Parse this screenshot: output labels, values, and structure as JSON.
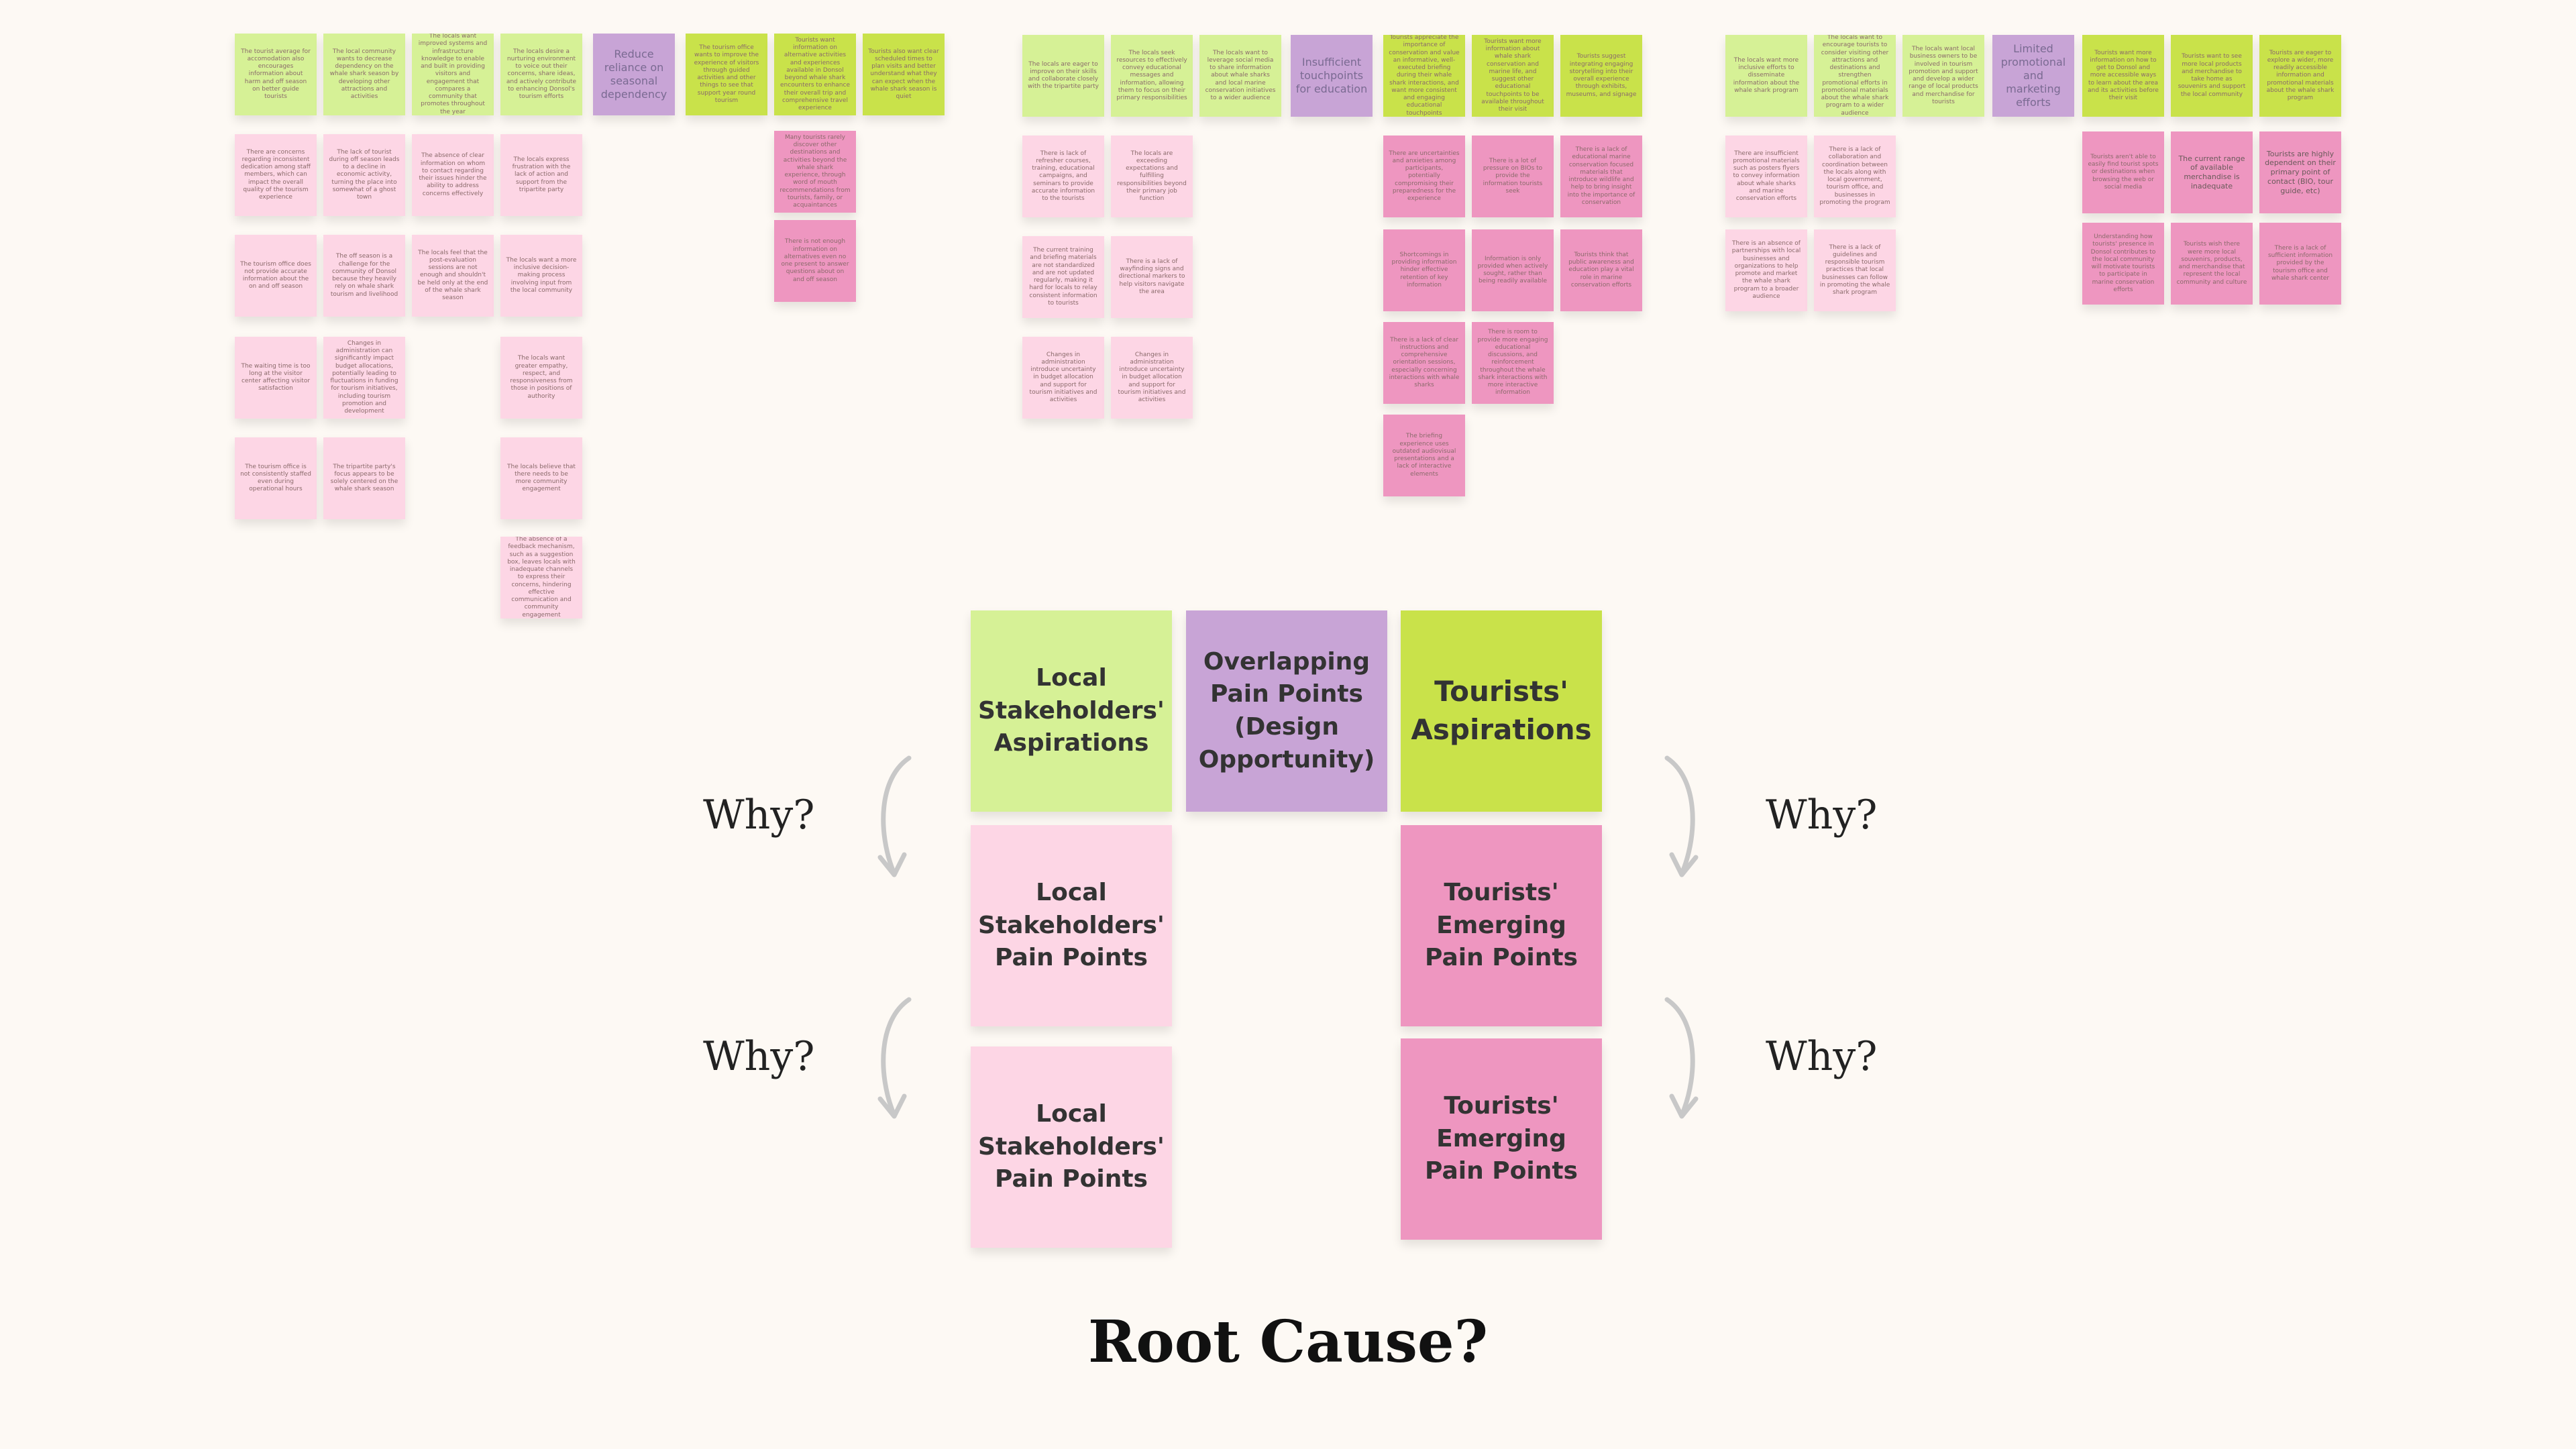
{
  "cluster1": {
    "top_notes": [
      {
        "text": "The tourist average for accomodation also encourages information about harm and off season on better guide tourists",
        "color": "green"
      },
      {
        "text": "The local community wants to decrease dependency on the whale shark season by developing other attractions and activities",
        "color": "green"
      },
      {
        "text": "The locals want improved systems and infrastructure knowledge to enable and built in providing visitors and engagement that compares a community that promotes throughout the year",
        "color": "green"
      },
      {
        "text": "The locals desire a nurturing environment to voice out their concerns, share ideas, and actively contribute to enhancing Donsol's tourism efforts",
        "color": "green"
      },
      {
        "text": "Reduce reliance on seasonal dependency",
        "color": "purple"
      },
      {
        "text": "The tourism office wants to improve the experience of visitors through guided activities and other things to see that support year round tourism",
        "color": "yellow-green"
      },
      {
        "text": "Tourists want information on alternative activities and experiences available in Donsol beyond whale shark encounters to enhance their overall trip and comprehensive travel experience",
        "color": "yellow-green"
      },
      {
        "text": "Tourists also want clear scheduled times to plan visits and better understand what they can expect when the whale shark season is quiet",
        "color": "yellow-green"
      }
    ],
    "local_pains": [
      "There are concerns regarding inconsistent dedication among staff members, which can impact the overall quality of the tourism experience",
      "The lack of tourist during off season leads to a decline in economic activity, turning the place into somewhat of a ghost town",
      "The absence of clear information on whom to contact regarding their issues hinder the ability to address concerns effectively",
      "The locals express frustration with the lack of action and support from the tripartite party",
      "The tourism office does not provide accurate information about the on and off season",
      "The off season is a challenge for the community of Donsol because they heavily rely on whale shark tourism and livelihood",
      "The locals feel that the post-evaluation sessions are not enough and shouldn't be held only at the end of the whale shark season",
      "The locals want a more inclusive decision-making process involving input from the local community",
      "The waiting time is too long at the visitor center affecting visitor satisfaction",
      "Changes in administration can significantly impact budget allocations, potentially leading to fluctuations in funding for tourism initiatives, including tourism promotion and development",
      "The locals want greater empathy, respect, and responsiveness from those in positions of authority",
      "The tourism office is not consistently staffed even during operational hours",
      "The tripartite party's focus appears to be solely centered on the whale shark season",
      "The locals believe that there needs to be more community engagement",
      "The absence of a feedback mechanism, such as a suggestion box, leaves locals with inadequate channels to express their concerns, hindering effective communication and community engagement"
    ],
    "tourist_pains": [
      "Many tourists rarely discover other destinations and activities beyond the whale shark experience, through word of mouth recommendations from tourists, family, or acquaintances",
      "There is not enough information on alternatives even no one present to answer questions about on and off season"
    ]
  },
  "cluster2": {
    "top_notes": [
      {
        "text": "The locals are eager to improve on their skills and collaborate closely with the tripartite party",
        "color": "green"
      },
      {
        "text": "The locals seek resources to effectively convey educational messages and information, allowing them to focus on their primary responsibilities",
        "color": "green"
      },
      {
        "text": "The locals want to leverage social media to share information about whale sharks and local marine conservation initiatives to a wider audience",
        "color": "green"
      },
      {
        "text": "Insufficient touchpoints for education",
        "color": "purple"
      },
      {
        "text": "Tourists appreciate the importance of conservation and value an informative, well-executed briefing during their whale shark interactions, and want more consistent and engaging educational touchpoints",
        "color": "yellow-green"
      },
      {
        "text": "Tourists want more information about whale shark conservation and marine life, and suggest other educational touchpoints to be available throughout their visit",
        "color": "yellow-green"
      },
      {
        "text": "Tourists suggest integrating engaging storytelling into their overall experience through exhibits, museums, and signage",
        "color": "yellow-green"
      }
    ],
    "local_pains": [
      "There is lack of refresher courses, training, educational campaigns, and seminars to provide accurate information to the tourists",
      "The locals are exceeding expectations and fulfilling responsibilities beyond their primary job function",
      "The current training and briefing materials are not standardized and are not updated regularly, making it hard for locals to relay consistent information to tourists",
      "There is a lack of wayfinding signs and directional markers to help visitors navigate the area",
      "Changes in administration introduce uncertainty in budget allocation and support for tourism initiatives and activities",
      "Changes in administration introduce uncertainty in budget allocation and support for tourism initiatives and activities"
    ],
    "tourist_pains": [
      "There are uncertainties and anxieties among participants, potentially compromising their preparedness for the experience",
      "There is a lot of pressure on BIOs to provide the information tourists seek",
      "There is a lack of educational marine conservation focused materials that introduce wildlife and help to bring insight into the importance of conservation",
      "Shortcomings in providing information hinder effective retention of key information",
      "Information is only provided when actively sought, rather than being readily available",
      "Tourists think that public awareness and education play a vital role in marine conservation efforts",
      "There is a lack of clear instructions and comprehensive orientation sessions, especially concerning interactions with whale sharks",
      "There is room to provide more engaging educational discussions, and reinforcement throughout the whale shark interactions with more interactive information",
      "The briefing experience uses outdated audiovisual presentations and a lack of interactive elements"
    ]
  },
  "cluster3": {
    "top_notes": [
      {
        "text": "The locals want more inclusive efforts to disseminate information about the whale shark program",
        "color": "green"
      },
      {
        "text": "The locals want to encourage tourists to consider visiting other attractions and destinations and strengthen promotional efforts in promotional materials about the whale shark program to a wider audience",
        "color": "green"
      },
      {
        "text": "The locals want local business owners to be involved in tourism promotion and support and develop a wider range of local products and merchandise for tourists",
        "color": "green"
      },
      {
        "text": "Limited promotional and marketing efforts",
        "color": "purple"
      },
      {
        "text": "Tourists want more information on how to get to Donsol and more accessible ways to learn about the area and its activities before their visit",
        "color": "yellow-green"
      },
      {
        "text": "Tourists want to see more local products and merchandise to take home as souvenirs and support the local community",
        "color": "yellow-green"
      },
      {
        "text": "Tourists are eager to explore a wider, more readily accessible information and promotional materials about the whale shark program",
        "color": "yellow-green"
      }
    ],
    "local_pains": [
      "There are insufficient promotional materials such as posters flyers to convey information about whale sharks and marine conservation efforts",
      "There is a lack of collaboration and coordination between the locals along with local government, tourism office, and businesses in promoting the program",
      "There is an absence of partnerships with local businesses and organizations to help promote and market the whale shark program to a broader audience",
      "There is a lack of guidelines and responsible tourism practices that local businesses can follow in promoting the whale shark program"
    ],
    "tourist_pains": [
      "Tourists aren't able to easily find tourist spots or destinations when browsing the web or social media",
      "The current range of available merchandise is inadequate",
      "Tourists are highly dependent on their primary point of contact (BIO, tour guide, etc)",
      "Understanding how tourists' presence in Donsol contributes to the local community will motivate tourists to participate in marine conservation efforts",
      "Tourists wish there were more local souvenirs, products, and merchandise that represent the local community and culture",
      "There is a lack of sufficient information provided by the tourism office and whale shark center"
    ]
  },
  "main": {
    "local_aspirations": "Local Stakeholders' Aspirations",
    "overlapping": "Overlapping Pain Points (Design Opportunity)",
    "tourist_aspirations": "Tourists' Aspirations",
    "local_pain_1": "Local Stakeholders' Pain Points",
    "local_pain_2": "Local Stakeholders' Pain Points",
    "tourist_pain_1": "Tourists' Emerging Pain Points",
    "tourist_pain_2": "Tourists' Emerging Pain Points"
  },
  "why_labels": {
    "left_1": "Why?",
    "left_2": "Why?",
    "right_1": "Why?",
    "right_2": "Why?"
  },
  "root_cause": "Root Cause?",
  "colors": {
    "background": "#fdf9f4",
    "green": "#d6f196",
    "yellow_green": "#c9e24a",
    "light_pink": "#fdd6e5",
    "magenta_pink": "#ee96c0",
    "purple": "#c8a4d6",
    "arrow": "#c8c8c8"
  }
}
